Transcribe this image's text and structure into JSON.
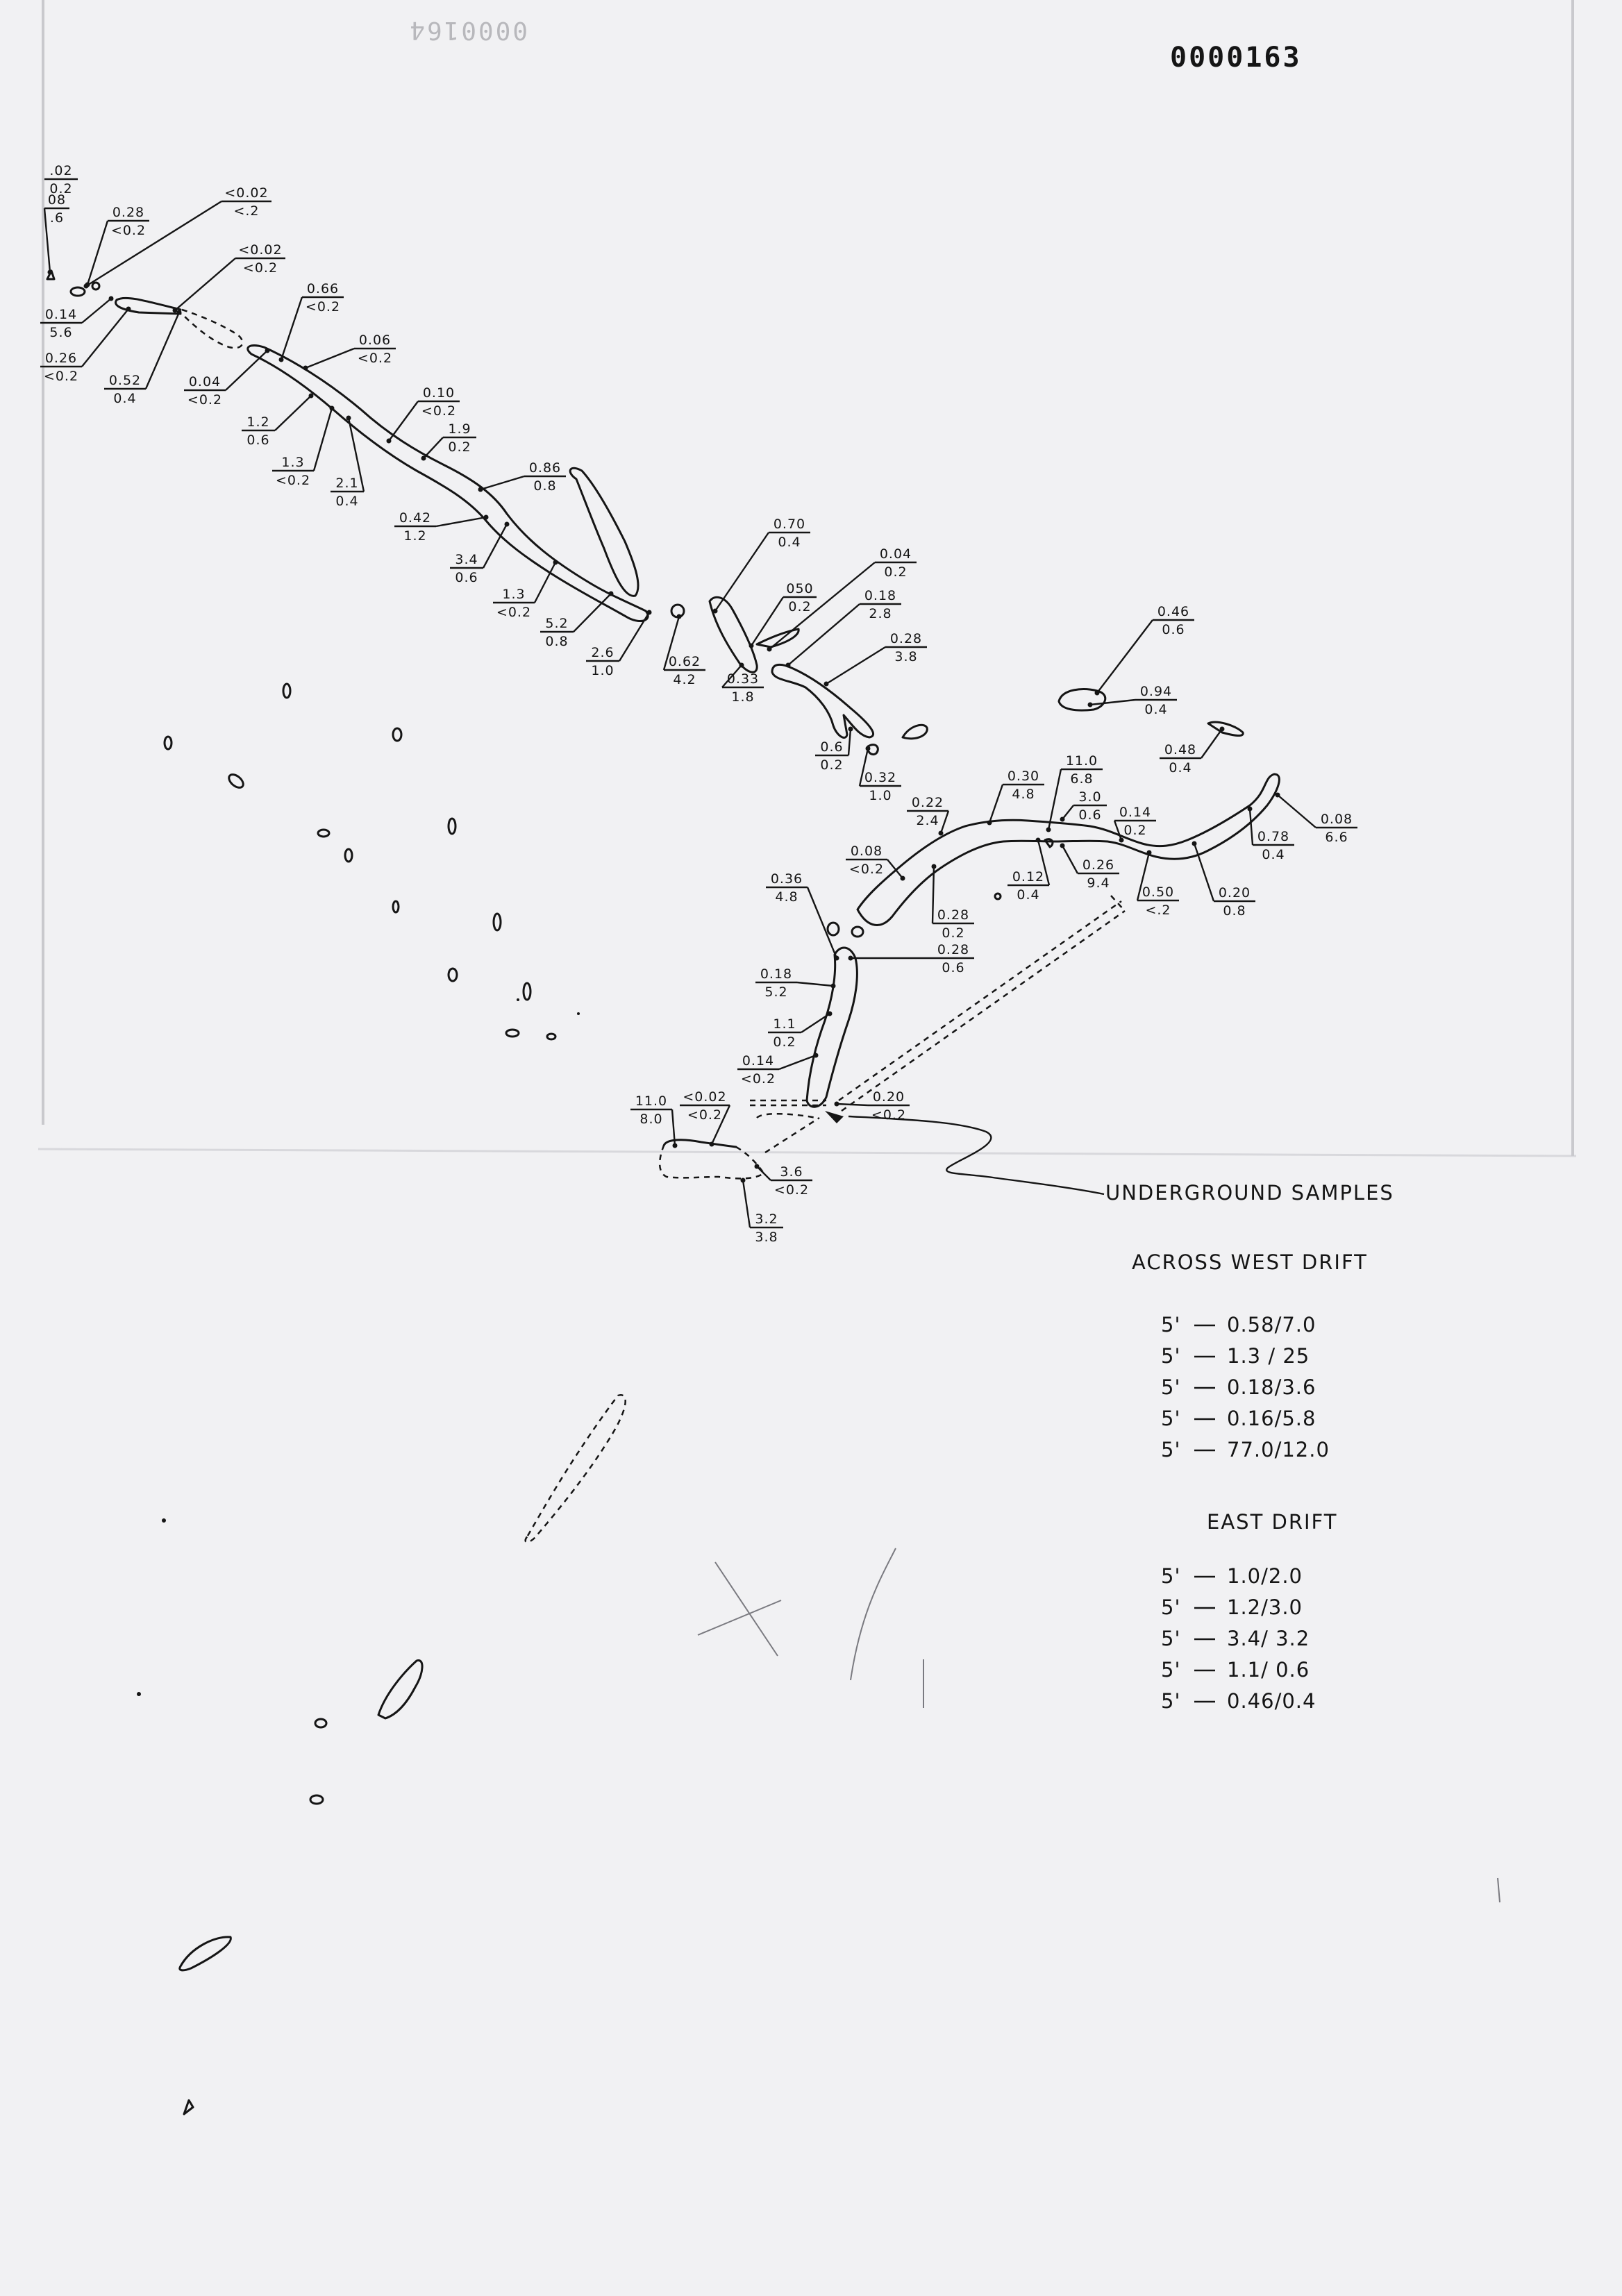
{
  "document_number": "0000163",
  "document_number_ghost": "0000164",
  "callout_label": "UNDERGROUND SAMPLES",
  "west_drift": {
    "title": "ACROSS  WEST  DRIFT",
    "rows": [
      {
        "length": "5'",
        "value": "0.58/7.0"
      },
      {
        "length": "5'",
        "value": "1.3 / 25"
      },
      {
        "length": "5'",
        "value": "0.18/3.6"
      },
      {
        "length": "5'",
        "value": "0.16/5.8"
      },
      {
        "length": "5'",
        "value": "77.0/12.0"
      }
    ]
  },
  "east_drift": {
    "title": "EAST  DRIFT",
    "rows": [
      {
        "length": "5'",
        "value": "1.0/2.0"
      },
      {
        "length": "5'",
        "value": "1.2/3.0"
      },
      {
        "length": "5'",
        "value": "3.4/ 3.2"
      },
      {
        "length": "5'",
        "value": "1.1/ 0.6"
      },
      {
        "length": "5'",
        "value": "0.46/0.4"
      }
    ]
  },
  "samples": [
    {
      "top": ".02",
      "bottom": "0.2"
    },
    {
      "top": "08",
      "bottom": ".6"
    },
    {
      "top": "0.28",
      "bottom": "<0.2"
    },
    {
      "top": "<0.02",
      "bottom": "<.2"
    },
    {
      "top": "<0.02",
      "bottom": "<0.2"
    },
    {
      "top": "0.14",
      "bottom": "5.6"
    },
    {
      "top": "0.26",
      "bottom": "<0.2"
    },
    {
      "top": "0.52",
      "bottom": "0.4"
    },
    {
      "top": "0.66",
      "bottom": "<0.2"
    },
    {
      "top": "0.04",
      "bottom": "<0.2"
    },
    {
      "top": "0.06",
      "bottom": "<0.2"
    },
    {
      "top": "1.2",
      "bottom": "0.6"
    },
    {
      "top": "1.3",
      "bottom": "<0.2"
    },
    {
      "top": "0.10",
      "bottom": "<0.2"
    },
    {
      "top": "1.9",
      "bottom": "0.2"
    },
    {
      "top": "2.1",
      "bottom": "0.4"
    },
    {
      "top": "0.86",
      "bottom": "0.8"
    },
    {
      "top": "0.42",
      "bottom": "1.2"
    },
    {
      "top": "3.4",
      "bottom": "0.6"
    },
    {
      "top": "1.3",
      "bottom": "<0.2"
    },
    {
      "top": "5.2",
      "bottom": "0.8"
    },
    {
      "top": "2.6",
      "bottom": "1.0"
    },
    {
      "top": "0.62",
      "bottom": "4.2"
    },
    {
      "top": "0.70",
      "bottom": "0.4"
    },
    {
      "top": "050",
      "bottom": "0.2"
    },
    {
      "top": "0.04",
      "bottom": "0.2"
    },
    {
      "top": "0.18",
      "bottom": "2.8"
    },
    {
      "top": "0.33",
      "bottom": "1.8"
    },
    {
      "top": "0.28",
      "bottom": "3.8"
    },
    {
      "top": "0.6",
      "bottom": "0.2"
    },
    {
      "top": "0.32",
      "bottom": "1.0"
    },
    {
      "top": "0.46",
      "bottom": "0.6"
    },
    {
      "top": "0.94",
      "bottom": "0.4"
    },
    {
      "top": "0.48",
      "bottom": "0.4"
    },
    {
      "top": "11.0",
      "bottom": "6.8"
    },
    {
      "top": "0.30",
      "bottom": "4.8"
    },
    {
      "top": "3.0",
      "bottom": "0.6"
    },
    {
      "top": "0.22",
      "bottom": "2.4"
    },
    {
      "top": "0.14",
      "bottom": "0.2"
    },
    {
      "top": "0.08",
      "bottom": "6.6"
    },
    {
      "top": "0.78",
      "bottom": "0.4"
    },
    {
      "top": "0.26",
      "bottom": "9.4"
    },
    {
      "top": "0.12",
      "bottom": "0.4"
    },
    {
      "top": "0.08",
      "bottom": "<0.2"
    },
    {
      "top": "0.50",
      "bottom": "<.2"
    },
    {
      "top": "0.20",
      "bottom": "0.8"
    },
    {
      "top": "0.28",
      "bottom": "0.2"
    },
    {
      "top": "0.36",
      "bottom": "4.8"
    },
    {
      "top": "0.28",
      "bottom": "0.6"
    },
    {
      "top": "0.18",
      "bottom": "5.2"
    },
    {
      "top": "1.1",
      "bottom": "0.2"
    },
    {
      "top": "0.14",
      "bottom": "<0.2"
    },
    {
      "top": "0.20",
      "bottom": "<0.2"
    },
    {
      "top": "11.0",
      "bottom": "8.0"
    },
    {
      "top": "<0.02",
      "bottom": "<0.2"
    },
    {
      "top": "3.6",
      "bottom": "<0.2"
    },
    {
      "top": "3.2",
      "bottom": "3.8"
    }
  ]
}
